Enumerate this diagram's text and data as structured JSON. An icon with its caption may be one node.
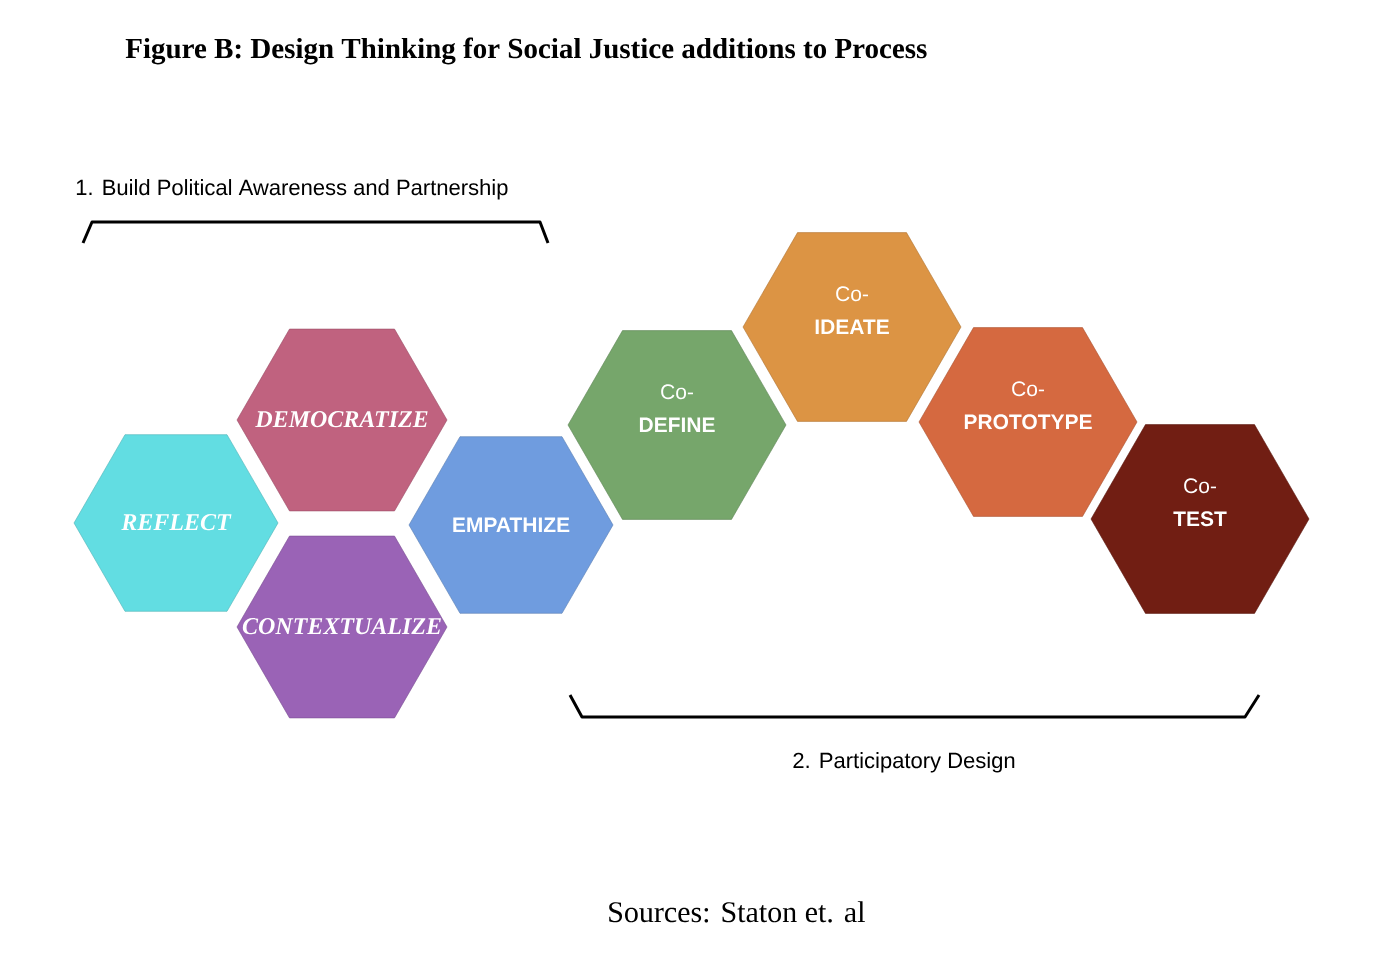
{
  "diagram": {
    "title": "Figure B: Design Thinking for Social Justice additions to Process",
    "caption": "Sources: Staton et. al",
    "nodes": [
      {
        "text": [
          "REFLECT"
        ]
      },
      {
        "text": [
          "DEMOCRATIZE"
        ]
      },
      {
        "text": [
          "CONTEXTUALIZE"
        ]
      },
      {
        "text": [
          "EMPATHIZE"
        ]
      },
      {
        "text": [
          "Co- **DEFINE**"
        ]
      },
      {
        "text": [
          "Co- **IDEATE**"
        ]
      },
      {
        "text": [
          "Co- **PROTOTYPE**"
        ]
      },
      {
        "text": [
          "Co- **TEST**"
        ]
      }
    ],
    "labels": [
      "1. Build Political Awareness and Partnership",
      "2. Participatory Design"
    ]
  }
}
